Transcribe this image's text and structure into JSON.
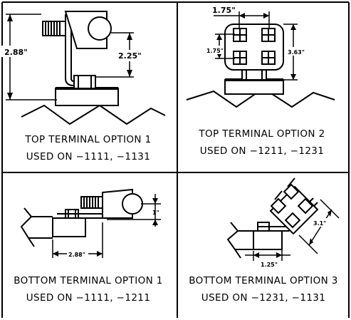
{
  "panels": [
    {
      "caption_line1": "TOP TERMINAL OPTION 1",
      "caption_line2": "USED ON −1111, −1131",
      "dims": {
        "height": "2.88\"",
        "offset": "2.25\""
      }
    },
    {
      "caption_line1": "TOP TERMINAL OPTION 2",
      "caption_line2": "USED ON −1211, −1231",
      "dims": {
        "width": "1.75\"",
        "spacing": "1.75\"",
        "height": "3.63\""
      }
    },
    {
      "caption_line1": "BOTTOM TERMINAL OPTION 1",
      "caption_line2": "USED ON −1111, −1211",
      "dims": {
        "rise": "1\"",
        "length": "2.88\""
      }
    },
    {
      "caption_line1": "BOTTOM TERMINAL OPTION 3",
      "caption_line2": "USED ON −1231, −1131",
      "dims": {
        "diagonal": "3.1\"",
        "length": "1.25\""
      }
    }
  ]
}
